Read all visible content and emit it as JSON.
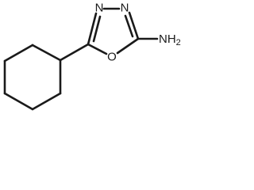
{
  "molecule": {
    "atoms": {
      "n_left": "N",
      "n_right": "N",
      "o_ring": "O",
      "amine": "NH",
      "amine_h_count": "2"
    },
    "colors": {
      "ink": "#1a1a1a",
      "background": "#ffffff"
    }
  }
}
